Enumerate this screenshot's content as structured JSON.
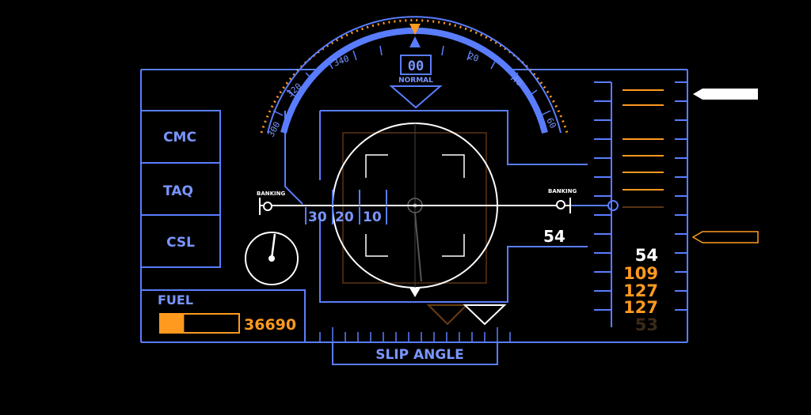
{
  "colors": {
    "background": "#000000",
    "frame_blue": "#5a7dff",
    "label_blue": "#7a96ff",
    "orange": "#ff9a1f",
    "white": "#ffffff"
  },
  "heading": {
    "value": "00",
    "mode": "NORMAL",
    "compass_labels": [
      "300",
      "320",
      "340",
      "20",
      "40",
      "60"
    ]
  },
  "systems": {
    "buttons": [
      "CMC",
      "TAQ",
      "CSL"
    ]
  },
  "banking": {
    "left_label": "BANKING",
    "right_label": "BANKING",
    "scale": [
      "30",
      "20",
      "10"
    ]
  },
  "readouts": {
    "altitude": "54",
    "stack": [
      "54",
      "109",
      "127",
      "127",
      "53"
    ]
  },
  "fuel": {
    "label": "FUEL",
    "value": "36690",
    "level": 0.3
  },
  "footer": {
    "slip_angle_label": "SLIP ANGLE"
  }
}
